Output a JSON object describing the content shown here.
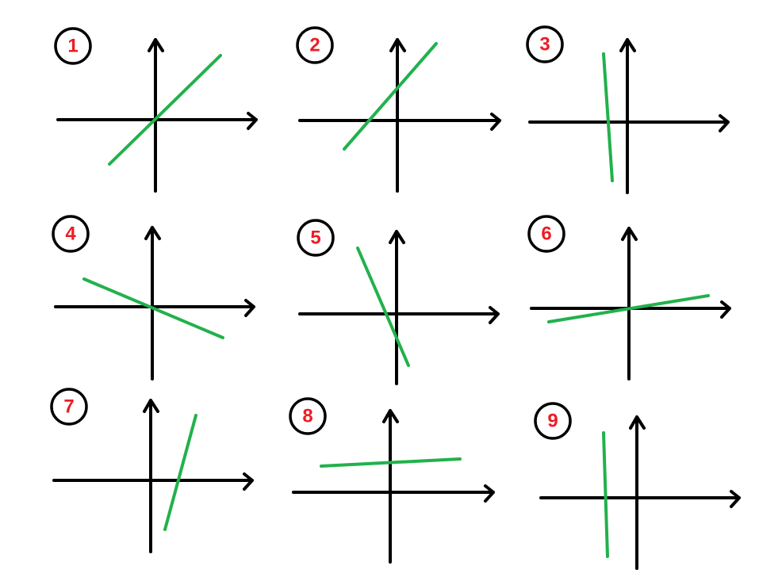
{
  "colors": {
    "axes": "#000000",
    "line": "#22b14c",
    "label": "#ed1c24",
    "background": "#ffffff"
  },
  "panels": [
    {
      "label": "1",
      "slope_description": "positive, moderate, through origin"
    },
    {
      "label": "2",
      "slope_description": "positive, moderate, positive y-intercept"
    },
    {
      "label": "3",
      "slope_description": "negative, very steep, left of y-axis"
    },
    {
      "label": "4",
      "slope_description": "negative, shallow, through origin"
    },
    {
      "label": "5",
      "slope_description": "negative, steep"
    },
    {
      "label": "6",
      "slope_description": "positive, shallow, through origin"
    },
    {
      "label": "7",
      "slope_description": "positive, steep, crosses x-axis right of origin"
    },
    {
      "label": "8",
      "slope_description": "positive, nearly horizontal, above x-axis"
    },
    {
      "label": "9",
      "slope_description": "vertical-ish, left of y-axis"
    }
  ]
}
